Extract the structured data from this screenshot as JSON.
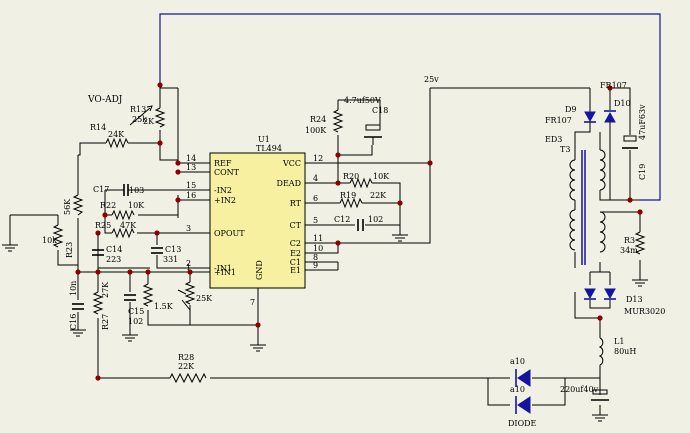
{
  "ic": {
    "ref": "U1",
    "part": "TL494",
    "left_pins": [
      {
        "num": "14",
        "label": "REF"
      },
      {
        "num": "13",
        "label": "CONT"
      },
      {
        "num": "15",
        "label": "-IN2"
      },
      {
        "num": "16",
        "label": "+IN2"
      },
      {
        "num": "3",
        "label": "OPOUT"
      },
      {
        "num": "2",
        "label": "-IN1"
      },
      {
        "num": "1",
        "label": "+IN1"
      }
    ],
    "right_pins": [
      {
        "num": "12",
        "label": "VCC"
      },
      {
        "num": "4",
        "label": "DEAD"
      },
      {
        "num": "6",
        "label": "RT"
      },
      {
        "num": "5",
        "label": "CT"
      },
      {
        "num": "11",
        "label": "C2"
      },
      {
        "num": "10",
        "label": "E2"
      },
      {
        "num": "8",
        "label": "C1"
      },
      {
        "num": "9",
        "label": "E1"
      }
    ],
    "gnd_label": "GND",
    "gnd_pin": "7"
  },
  "components": {
    "vo_adj": "VO-ADJ",
    "r14": "R14",
    "r13": "R13",
    "r13_val1": "25k",
    "r13_val2": "2K",
    "r13_24k": "24K",
    "r24": "R24",
    "r24_val": "100K",
    "c18_val": "4.7uf50V",
    "c18": "C18",
    "c17": "C17",
    "c17_val": "103",
    "r22": "R22",
    "r22_val": "10K",
    "r25": "R25",
    "r25_val": "47K",
    "c14": "C14",
    "c14_val": "223",
    "c13": "C13",
    "c13_val": "331",
    "r56k": "56K",
    "r10k": "10k",
    "r23": "R23",
    "r20": "R20",
    "r20_val": "10K",
    "r19": "R19",
    "r19_val": "22K",
    "c12": "C12",
    "c12_val": "102",
    "c16": "C16",
    "c16_val": "10n",
    "r27": "R27",
    "r27_val": "27K",
    "c15": "C15",
    "c15_val": "102",
    "r_1_5k": "1.5K",
    "r_25k": "25K",
    "r28": "R28",
    "r28_val": "22K",
    "v25": "25v",
    "d9": "D9",
    "d9_part": "FR107",
    "d10": "D10",
    "d10_part": "FR107",
    "ed3": "ED3",
    "t3": "T3",
    "c19": "C19",
    "c19_val": "47uF63v",
    "r3": "R3",
    "r3_val": "34m",
    "d13": "D13",
    "d13_part": "MUR3020",
    "l1": "L1",
    "l1_val": "80uH",
    "a10_top": "a10",
    "a10_bot": "a10",
    "out_cap": "220uf40v",
    "diode_label": "DIODE"
  },
  "colors": {
    "background": "#f0f0e4",
    "wire": "#000000",
    "feedback_wire": "#1414a0",
    "junction": "#8b0000",
    "ic_fill": "#f6f0a0"
  }
}
